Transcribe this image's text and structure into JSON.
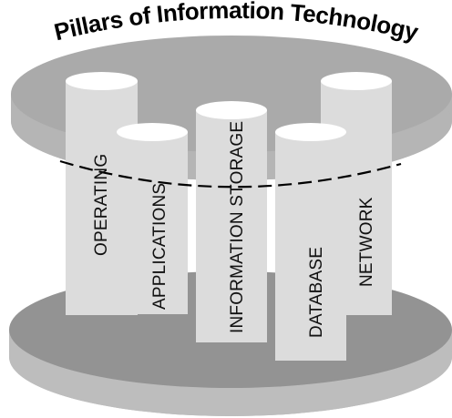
{
  "title": "Pillars of Information Technology",
  "pillars": [
    {
      "label": "OPERATING"
    },
    {
      "label": "APPLICATIONS"
    },
    {
      "label": "INFORMATION STORAGE"
    },
    {
      "label": "DATABASE"
    },
    {
      "label": "NETWORK"
    }
  ],
  "colors": {
    "top_disc": "#aaaaaa",
    "top_disc_side": "#b5b5b5",
    "bottom_disc": "#939393",
    "bottom_disc_side": "#bdbdbd",
    "pillar_body": "#dcdcdc",
    "pillar_top": "#ffffff",
    "text": "#111111",
    "dashes": "#000000"
  }
}
